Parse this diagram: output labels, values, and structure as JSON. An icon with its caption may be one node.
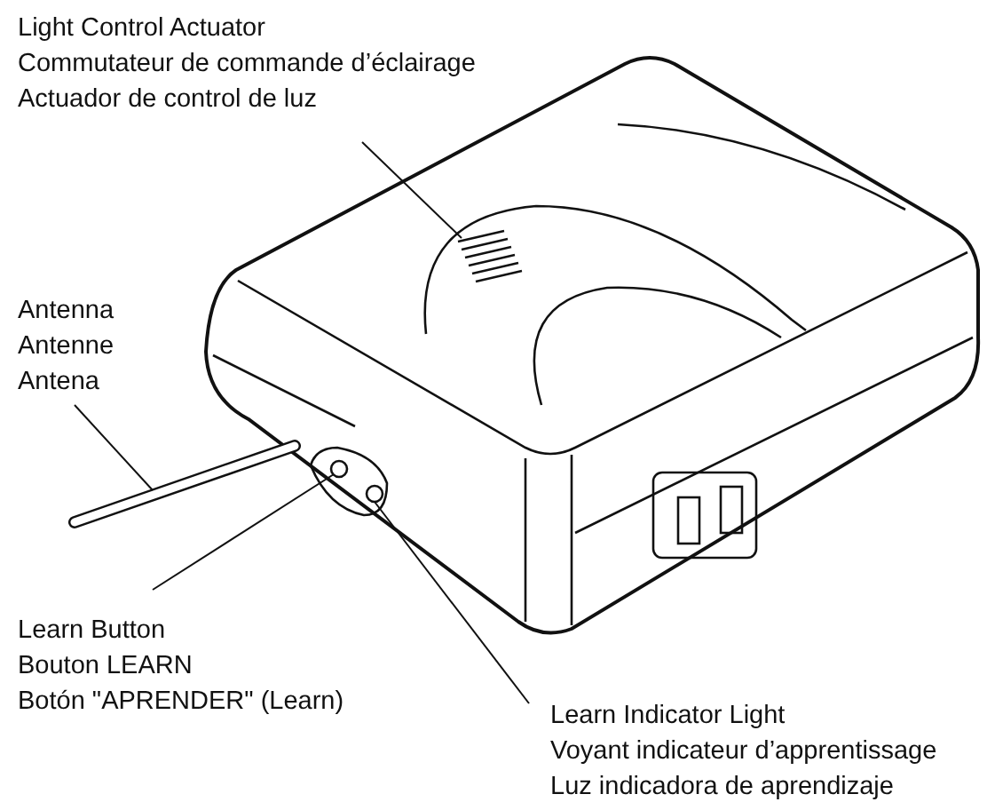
{
  "diagram": {
    "nodes": [
      {
        "text": [
          "Light Control Actuator",
          "Commutateur de commande d’éclairage",
          "Actuador de control de luz"
        ]
      },
      {
        "text": [],
        "shape": "grille"
      },
      {
        "text": [
          "Antenna",
          "Antenne",
          "Antena"
        ]
      },
      {
        "text": [],
        "shape": "cable"
      },
      {
        "text": [],
        "shape": "circle"
      },
      {
        "text": [],
        "shape": "circle"
      },
      {
        "text": [
          "Learn Button",
          "Bouton LEARN",
          "Botón \"APRENDER\" (Learn)"
        ]
      },
      {
        "text": [
          "Learn Indicator Light",
          "Voyant indicateur d’apprentissage",
          "Luz indicadora de aprendizaje"
        ]
      }
    ],
    "edges": [
      {
        "from": 0,
        "to": 1,
        "arrow": "none"
      },
      {
        "from": 2,
        "to": 3,
        "arrow": "none"
      },
      {
        "from": 6,
        "to": 4,
        "arrow": "none"
      },
      {
        "from": 7,
        "to": 5,
        "arrow": "none"
      }
    ]
  }
}
